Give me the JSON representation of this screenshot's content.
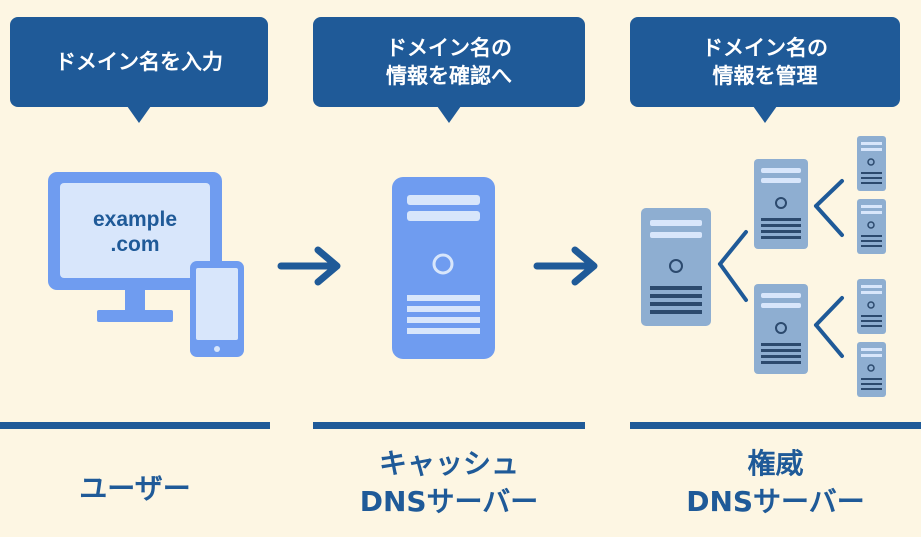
{
  "bubbles": {
    "user": [
      "ドメイン名を入力"
    ],
    "cache": [
      "ドメイン名の",
      "情報を確認へ"
    ],
    "authoritative": [
      "ドメイン名の",
      "情報を管理"
    ]
  },
  "monitor_text": [
    "example",
    ".com"
  ],
  "labels": {
    "user": [
      "ユーザー"
    ],
    "cache": [
      "キャッシュ",
      "DNSサーバー"
    ],
    "authoritative": [
      "権威",
      "DNSサーバー"
    ]
  },
  "colors": {
    "background": "#fdf6e3",
    "navy": "#1f5a98",
    "device_blue": "#6f9cf0",
    "screen_light": "#d8e6fb",
    "server_steel": "#8eaed1"
  }
}
